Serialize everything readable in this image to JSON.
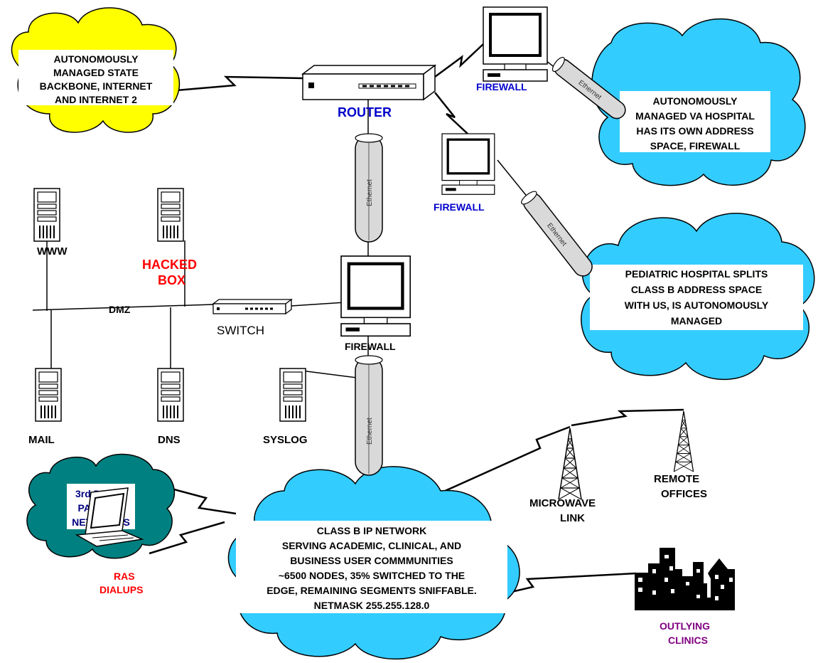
{
  "clouds": {
    "state_backbone": [
      "AUTONOMOUSLY",
      "MANAGED STATE",
      "BACKBONE, INTERNET",
      "AND INTERNET 2"
    ],
    "va_hospital": [
      "AUTONOMOUSLY",
      "MANAGED VA HOSPITAL",
      "HAS ITS OWN ADDRESS",
      "SPACE, FIREWALL"
    ],
    "pediatric": [
      "PEDIATRIC HOSPITAL SPLITS",
      "CLASS B ADDRESS SPACE",
      "WITH US, IS AUTONOMOUSLY",
      "MANAGED"
    ],
    "third_party": [
      "3rd PARTY",
      "PARTNET",
      "NETWORKS"
    ],
    "class_b": [
      "CLASS B IP NETWORK",
      "SERVING ACADEMIC, CLINICAL, AND",
      "BUSINESS USER COMMMUNITIES",
      "~6500 NODES, 35% SWITCHED TO THE",
      "EDGE, REMAINING SEGMENTS SNIFFABLE.",
      "NETMASK 255.255.128.0"
    ]
  },
  "devices": {
    "router": "ROUTER",
    "firewall_top": "FIREWALL",
    "firewall_mid": "FIREWALL",
    "firewall_main": "FIREWALL",
    "switch": "SWITCH",
    "dmz": "DMZ",
    "www": "WWW",
    "hacked_box": [
      "HACKED",
      "BOX"
    ],
    "mail": "MAIL",
    "dns": "DNS",
    "syslog": "SYSLOG",
    "microwave": [
      "MICROWAVE",
      "LINK"
    ],
    "remote": [
      "REMOTE",
      "OFFICES"
    ],
    "ras": [
      "RAS",
      "DIALUPS"
    ],
    "clinics": [
      "OUTLYING",
      "CLINICS"
    ]
  },
  "cables": {
    "ethernet": "Ethernet"
  },
  "colors": {
    "yellow_cloud": "#ffff00",
    "cyan_cloud": "#33ccff",
    "teal_cloud": "#008080",
    "blue_label": "#0000cc",
    "red_label": "#ff0000",
    "navy_label": "#000080",
    "purple_label": "#800080"
  }
}
